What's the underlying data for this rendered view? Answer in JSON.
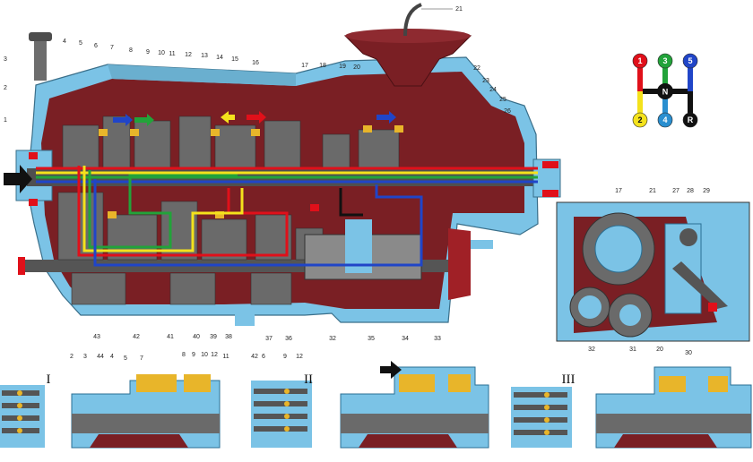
{
  "main_callouts": [
    "1",
    "2",
    "3",
    "4",
    "5",
    "6",
    "7",
    "8",
    "9",
    "10",
    "11",
    "12",
    "13",
    "14",
    "15",
    "16",
    "17",
    "18",
    "19",
    "20",
    "21",
    "22",
    "23",
    "24",
    "25",
    "26",
    "43",
    "42",
    "41",
    "40",
    "39",
    "38",
    "37",
    "36",
    "32",
    "35",
    "34",
    "33"
  ],
  "inset_callouts": [
    "17",
    "21",
    "27",
    "28",
    "29",
    "32",
    "31",
    "20",
    "30"
  ],
  "detail_callouts_1": [
    "2",
    "3",
    "44",
    "4",
    "5",
    "7",
    "8",
    "9",
    "10",
    "12",
    "11"
  ],
  "detail_callouts_2": [
    "42",
    "6",
    "9",
    "12"
  ],
  "roman_labels": [
    "I",
    "II",
    "III"
  ],
  "shift_pattern": {
    "gears": [
      {
        "label": "1",
        "color": "#e0101a"
      },
      {
        "label": "3",
        "color": "#22a33a"
      },
      {
        "label": "5",
        "color": "#2045c8"
      },
      {
        "label": "2",
        "color": "#f4e21c"
      },
      {
        "label": "4",
        "color": "#2a8fd0"
      },
      {
        "label": "R",
        "color": "#111111"
      }
    ],
    "neutral": "N"
  },
  "colors": {
    "housing": "#7bc3e6",
    "interior": "#7a1f24",
    "red": "#e0101a",
    "yellow": "#f4e21c",
    "green": "#22a33a",
    "blue": "#2045c8",
    "black": "#111111"
  }
}
